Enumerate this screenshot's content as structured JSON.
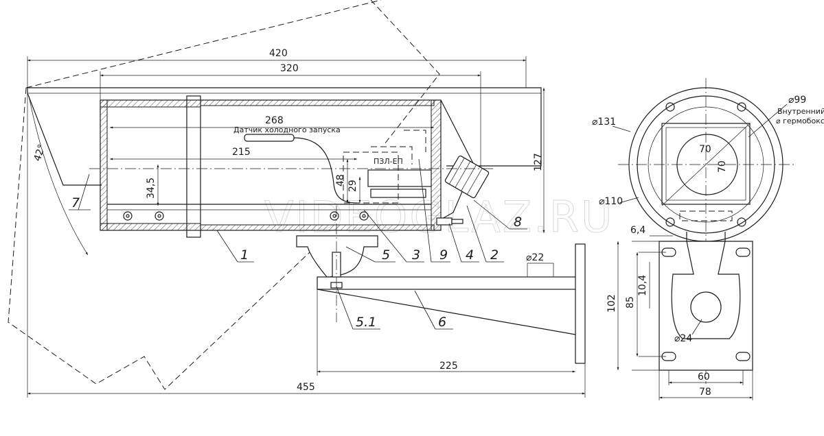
{
  "dims": {
    "d420": "420",
    "d320": "320",
    "d268": "268",
    "d215": "215",
    "d127": "127",
    "d48": "48",
    "d29": "29",
    "d34_5": "34,5",
    "angle42": "42°",
    "d22": "⌀22",
    "d225": "225",
    "d455": "455",
    "d102": "102",
    "d85": "85",
    "d10_4": "10,4",
    "d6_4": "6,4",
    "d24": "⌀24",
    "d60": "60",
    "d78": "78",
    "d131": "⌀131",
    "d110": "⌀110",
    "d99": "⌀99",
    "d70a": "70",
    "d70b": "70"
  },
  "notes": {
    "sensor": "Датчик холодного запуска",
    "pzl": "ПЗЛ-ЕП",
    "inner_line1": "Внутренний",
    "inner_line2": "⌀ гермобокса"
  },
  "labels": {
    "p1": "1",
    "p2": "2",
    "p3": "3",
    "p4": "4",
    "p5": "5",
    "p5_1": "5.1",
    "p6": "6",
    "p7": "7",
    "p8": "8",
    "p9": "9"
  },
  "watermark": "VIDEOGLAZ.RU"
}
